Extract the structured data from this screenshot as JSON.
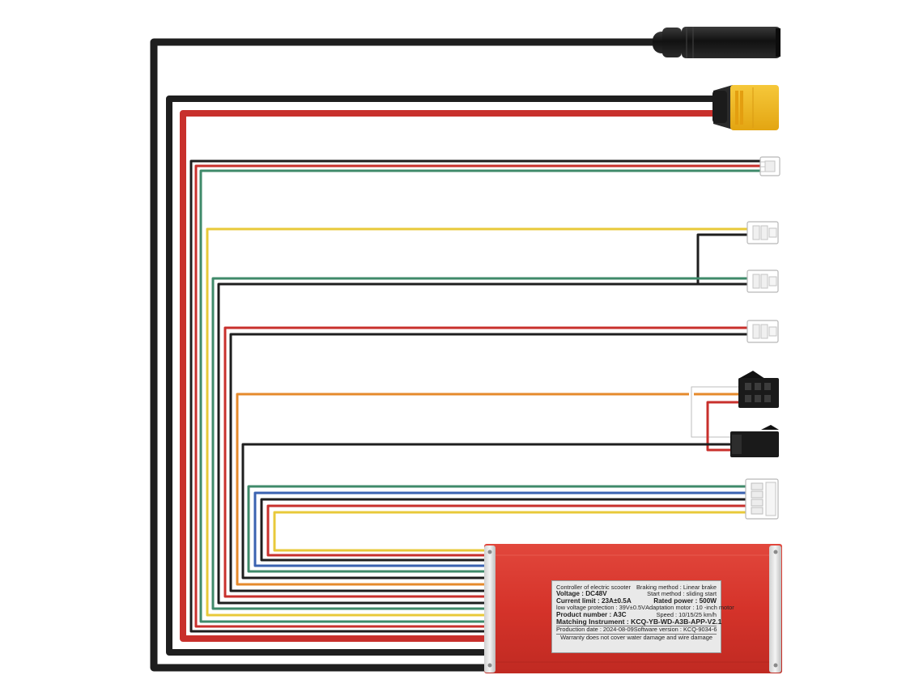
{
  "controller": {
    "label_rows": [
      {
        "left": "Controller of electric scooter",
        "right": "Braking method : Linear brake"
      },
      {
        "left": "Voltage : DC48V",
        "right": "Start method : sliding start"
      },
      {
        "left": "Current limit : 23A±0.5A",
        "right": "Rated power : 500W"
      },
      {
        "left": "low voltage protection : 39V±0.5V",
        "right": "Adaptation motor : 10 -inch motor"
      },
      {
        "left": "Product number : A3C",
        "right": "Speed : 10/15/25 km/h"
      }
    ],
    "matching_instrument": "Matching Instrument : KCQ-YB-WD-A3B-APP-V2.1",
    "production_date": "Production date : 2024-08-09",
    "software_version": "Software version : KCQ-9034-6",
    "warranty": "Warranty does not cover water damage and wire damage"
  },
  "colors": {
    "black": "#1e1e1e",
    "red": "#c8302c",
    "green": "#3f8a6a",
    "yellow": "#e8c93a",
    "orange": "#e58a2c",
    "blue": "#3a62b0",
    "white_wire": "#f2f2f2",
    "controller_body": "#d9362c",
    "xt_connector": "#f2b81c"
  },
  "connectors": [
    {
      "name": "dc-barrel-connector",
      "type": "barrel"
    },
    {
      "name": "xt60-connector",
      "type": "xt60"
    },
    {
      "name": "hall-3pin-connector",
      "type": "jst-small"
    },
    {
      "name": "yellow-2pin-connector",
      "type": "jst"
    },
    {
      "name": "green-black-2pin-connector",
      "type": "jst"
    },
    {
      "name": "red-black-2pin-connector",
      "type": "jst"
    },
    {
      "name": "sm-male-connector",
      "type": "sm"
    },
    {
      "name": "sm-female-connector",
      "type": "sm"
    },
    {
      "name": "4pin-signal-connector",
      "type": "jst-4"
    }
  ]
}
